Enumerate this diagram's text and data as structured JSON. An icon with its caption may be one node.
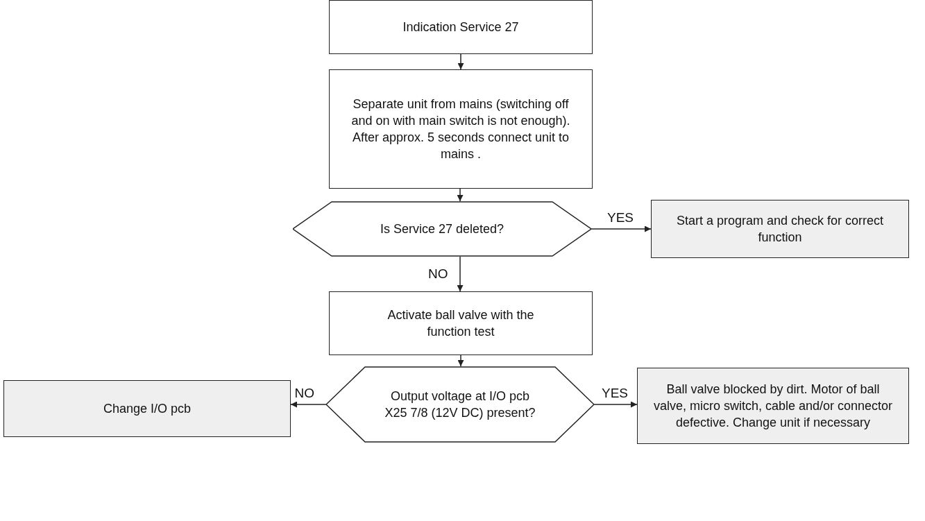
{
  "diagram": {
    "nodes": [
      {
        "text": [
          "Indication Service 27"
        ]
      },
      {
        "text": [
          "Separate unit from mains (switching off and on with main switch is not enough). After approx. 5 seconds connect unit to mains ."
        ]
      },
      {
        "text": [
          "Is Service 27 deleted?"
        ]
      },
      {
        "text": [
          "Start a program and check for correct function"
        ]
      },
      {
        "text": [
          "Activate ball valve with the function test"
        ]
      },
      {
        "text": [
          "Output voltage at I/O pcb X25 7/8 (12V DC) present?"
        ]
      },
      {
        "text": [
          "Change I/O pcb"
        ]
      },
      {
        "text": [
          "Ball valve blocked by dirt. Motor of ball valve, micro switch, cable and/or connector defective. Change unit if necessary"
        ]
      }
    ],
    "edges": [
      {
        "from": 0,
        "to": 1,
        "arrow": "to"
      },
      {
        "from": 1,
        "to": 2,
        "arrow": "to"
      },
      {
        "from": 2,
        "to": 3,
        "arrow": "to",
        "label": "YES"
      },
      {
        "from": 2,
        "to": 4,
        "arrow": "to",
        "label": "NO"
      },
      {
        "from": 4,
        "to": 5,
        "arrow": "to"
      },
      {
        "from": 5,
        "to": 6,
        "arrow": "to",
        "label": "NO"
      },
      {
        "from": 5,
        "to": 7,
        "arrow": "to",
        "label": "YES"
      }
    ]
  }
}
